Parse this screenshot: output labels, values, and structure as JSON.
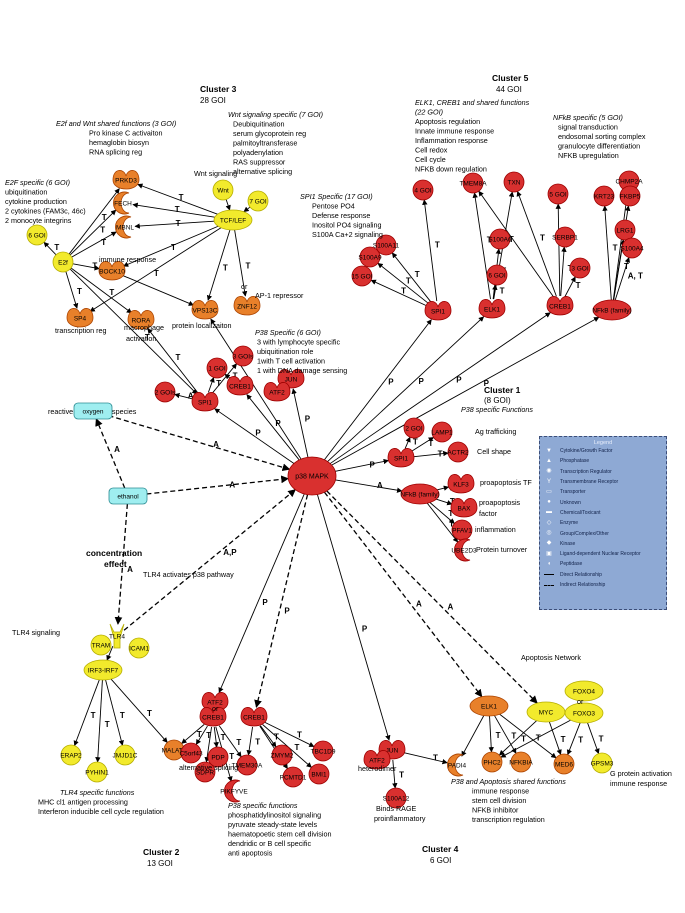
{
  "clusters": {
    "c3": {
      "title": "Cluster 3",
      "count": "28 GOI"
    },
    "c5": {
      "title": "Cluster 5",
      "count": "44 GOI"
    },
    "c1": {
      "title": "Cluster 1",
      "count": "(8 GOI)",
      "subtitle": "P38 specific Functions"
    },
    "c2": {
      "title": "Cluster 2",
      "count": "13 GOI"
    },
    "c4": {
      "title": "Cluster 4",
      "count": "6 GOI"
    }
  },
  "annotations": {
    "e2f_wnt": {
      "header": "E2f and Wnt shared functions (3 GOI)",
      "lines": [
        "Pro kinase C activaiton",
        "hemaglobin biosyn",
        "RNA splicing reg"
      ]
    },
    "wnt": {
      "header": "Wnt signaling specific (7 GOI)",
      "lines": [
        "Deubiquitination",
        "serum glycoprotein reg",
        "palmitoyltransferase",
        "polyadenylation",
        "RAS suppressor",
        "alternative splicing"
      ]
    },
    "elk1": {
      "header": "ELK1, CREB1 and shared functions",
      "header2": "(22 GOI)",
      "lines": [
        "Apoptosis regulation",
        "Innate immune response",
        "Inflammation response",
        "Cell redox",
        "Cell cycle",
        "NFKB down regulation"
      ]
    },
    "nfkb": {
      "header": "NFkB specific (5 GOI)",
      "lines": [
        "signal transduction",
        "endosomal sorting complex",
        "granulocyte differentiation",
        "NFKB upregulation"
      ]
    },
    "e2f": {
      "header": "E2F specific (6 GOI)",
      "lines": [
        "ubiquitination",
        "cytokine production",
        "2 cytokines (FAM3c, 46c)",
        "2 monocyte integrins"
      ]
    },
    "spi1": {
      "header": "SPI1 Specific (17 GOI)",
      "lines": [
        "Pentose PO4",
        "Defense response",
        "Inositol PO4 signaling",
        "S100A Ca+2 signaling"
      ]
    },
    "p38": {
      "header": "P38 Specific (6 GOI)",
      "lines": [
        "3 with lymphocyte specific",
        "ubiquitination role",
        "1with T cell activation",
        "1 with DNA damage sensing"
      ]
    },
    "tlr4": {
      "header": "TLR4 specific functions",
      "lines": [
        "MHC cl1 antigen processing",
        "Interferon inducible cell cycle regulation"
      ]
    },
    "p38_c2": {
      "header": "P38 specific functions",
      "lines": [
        "phosphatidylinositol signaling",
        "pyruvate steady-state levels",
        "haematopoetic stem cell division",
        "dendridic or B cell specific",
        "anti apoptosis"
      ]
    },
    "apop": {
      "header": "P38 and Apoptosis shared functions",
      "lines": [
        "immune response",
        "stem cell division",
        "NFKB inhibitor",
        "transcription regulation"
      ]
    }
  },
  "labels": {
    "wnt_signaling": "Wnt signaling",
    "immune_response": "immune response",
    "transcription_reg": "transcription reg",
    "macrophage": "macrophage",
    "activation": "activation",
    "protein_localization": "protein localizaiton",
    "ap1_repressor": "AP-1 repressor",
    "ag_trafficking": "Ag trafficking",
    "cell_shape": "Cell shape",
    "proapoptosis_tf": "proapoptosis TF",
    "proapoptosis": "proapoptosis",
    "factor": "factor",
    "inflammation": "inflammation",
    "protein_turnover": "Protein turnover",
    "concentration": "concentration",
    "effect": "effect",
    "tlr4_activates": "TLR4 activates p38 pathway",
    "tlr4_signaling": "TLR4 signaling",
    "alternative_splicing": "alternative splicing",
    "heterodimer": "heterodimer",
    "binds_rage": "Binds RAGE",
    "proinflammatory": "proinflammatory",
    "apoptosis_network": "Apoptosis Network",
    "gpsm3_func1": "G protein activation",
    "gpsm3_func2": "immune response",
    "or_atf2": "or",
    "or_foxo": "or",
    "or_znf": "or",
    "reactive_oxygen": "reactive",
    "oxygen": "oxygen",
    "species": "species"
  },
  "nodes": [
    {
      "id": "prkd3",
      "label": "PRKD3",
      "color": "#e8802a",
      "shape": "blob"
    },
    {
      "id": "fech",
      "label": "FECH",
      "color": "#e8802a",
      "shape": "crescent"
    },
    {
      "id": "mbnl",
      "label": "MBNL",
      "color": "#e8802a",
      "shape": "crescent"
    },
    {
      "id": "wnt",
      "label": "Wnt",
      "color": "#f2ea2c",
      "shape": "circle"
    },
    {
      "id": "goi7",
      "label": "7 GOI",
      "color": "#f2ea2c",
      "shape": "circle"
    },
    {
      "id": "tcf",
      "label": "TCF/LEF",
      "color": "#f2ea2c",
      "shape": "ellipse"
    },
    {
      "id": "e2f",
      "label": "E2f",
      "color": "#f2ea2c",
      "shape": "circle"
    },
    {
      "id": "goi6a",
      "label": "6 GOI",
      "color": "#f2ea2c",
      "shape": "circle"
    },
    {
      "id": "bock10",
      "label": "BOCK10",
      "color": "#e8802a",
      "shape": "blob"
    },
    {
      "id": "sp4",
      "label": "SP4",
      "color": "#e8802a",
      "shape": "blob"
    },
    {
      "id": "rora",
      "label": "RORA",
      "color": "#e8802a",
      "shape": "blob"
    },
    {
      "id": "vps13c",
      "label": "VPS13C",
      "color": "#e8802a",
      "shape": "blob"
    },
    {
      "id": "znf12",
      "label": "ZNF12",
      "color": "#e8802a",
      "shape": "blob"
    },
    {
      "id": "goi3s",
      "label": "3 GOIs",
      "color": "#d9302f",
      "shape": "circle"
    },
    {
      "id": "goi1",
      "label": "1 GOI",
      "color": "#d9302f",
      "shape": "circle"
    },
    {
      "id": "goi2s",
      "label": "2 GOIs",
      "color": "#d9302f",
      "shape": "circle"
    },
    {
      "id": "creb1a",
      "label": "CREB1",
      "color": "#d9302f",
      "shape": "blob"
    },
    {
      "id": "jun1",
      "label": "JUN",
      "color": "#d9302f",
      "shape": "blob"
    },
    {
      "id": "atf2a",
      "label": "ATF2",
      "color": "#d9302f",
      "shape": "blob"
    },
    {
      "id": "spi1a",
      "label": "SPI1",
      "color": "#d9302f",
      "shape": "blob"
    },
    {
      "id": "p38",
      "label": "p38 MAPK",
      "color": "#d9302f",
      "shape": "bigcircle"
    },
    {
      "id": "goi4",
      "label": "4 GOI",
      "color": "#d9302f",
      "shape": "circle"
    },
    {
      "id": "tmem8a",
      "label": "TMEM8A",
      "color": "#d9302f",
      "shape": "circle"
    },
    {
      "id": "txn",
      "label": "TXN",
      "color": "#d9302f",
      "shape": "circle"
    },
    {
      "id": "goi5",
      "label": "5 GOI",
      "color": "#d9302f",
      "shape": "circle"
    },
    {
      "id": "chmp2a",
      "label": "CHMP2A",
      "color": "#d9302f",
      "shape": "circle"
    },
    {
      "id": "krt23",
      "label": "KRT23",
      "color": "#d9302f",
      "shape": "circle"
    },
    {
      "id": "fkbp5",
      "label": "FKBP5",
      "color": "#d9302f",
      "shape": "circle"
    },
    {
      "id": "lrg1",
      "label": "LRG1",
      "color": "#d9302f",
      "shape": "circle"
    },
    {
      "id": "s100a4",
      "label": "S100A4",
      "color": "#d9302f",
      "shape": "circle"
    },
    {
      "id": "s100a11",
      "label": "S100A11",
      "color": "#d9302f",
      "shape": "circle"
    },
    {
      "id": "s100a9",
      "label": "S100A9",
      "color": "#d9302f",
      "shape": "circle"
    },
    {
      "id": "goi15",
      "label": "15 GOI",
      "color": "#d9302f",
      "shape": "circle"
    },
    {
      "id": "s100a6",
      "label": "S100A6",
      "color": "#d9302f",
      "shape": "circle"
    },
    {
      "id": "serbp1",
      "label": "SERBP1",
      "color": "#d9302f",
      "shape": "circle"
    },
    {
      "id": "goi6b",
      "label": "6 GOI",
      "color": "#d9302f",
      "shape": "circle"
    },
    {
      "id": "goi3b",
      "label": "3 GOI",
      "color": "#d9302f",
      "shape": "circle"
    },
    {
      "id": "spi1b",
      "label": "SPI1",
      "color": "#d9302f",
      "shape": "blob"
    },
    {
      "id": "elk1a",
      "label": "ELK1",
      "color": "#d9302f",
      "shape": "blob"
    },
    {
      "id": "creb1b",
      "label": "CREB1",
      "color": "#d9302f",
      "shape": "blob"
    },
    {
      "id": "nfkba",
      "label": "NFkB (family)",
      "color": "#d9302f",
      "shape": "ellipse"
    },
    {
      "id": "goi2",
      "label": "2 GOI",
      "color": "#d9302f",
      "shape": "circle"
    },
    {
      "id": "lamp1",
      "label": "LAMP1",
      "color": "#d9302f",
      "shape": "circle"
    },
    {
      "id": "spi1c",
      "label": "SPI1",
      "color": "#d9302f",
      "shape": "blob"
    },
    {
      "id": "actr2",
      "label": "ACTR2",
      "color": "#d9302f",
      "shape": "circle"
    },
    {
      "id": "nfkbb",
      "label": "NFkB (family)",
      "color": "#d9302f",
      "shape": "ellipse"
    },
    {
      "id": "klf3",
      "label": "KLF3",
      "color": "#d9302f",
      "shape": "blob"
    },
    {
      "id": "bax",
      "label": "BAX",
      "color": "#d9302f",
      "shape": "blob"
    },
    {
      "id": "pfav1",
      "label": "PFAV1",
      "color": "#d9302f",
      "shape": "circle"
    },
    {
      "id": "ube2d3",
      "label": "UBE2D3",
      "color": "#d9302f",
      "shape": "crescent"
    },
    {
      "id": "ethanol",
      "label": "ethanol",
      "color": "#9feef0",
      "shape": "rect"
    },
    {
      "id": "ros",
      "label": "oxygen",
      "color": "#9feef0",
      "shape": "rect"
    },
    {
      "id": "tlr4",
      "label": "TLR4",
      "color": "#f2ea2c",
      "shape": "receptor"
    },
    {
      "id": "tram",
      "label": "TRAM",
      "color": "#f2ea2c",
      "shape": "circle"
    },
    {
      "id": "icam1",
      "label": "ICAM1",
      "color": "#f2ea2c",
      "shape": "circle"
    },
    {
      "id": "irf3",
      "label": "IRF3-IRF7",
      "color": "#f2ea2c",
      "shape": "ellipse"
    },
    {
      "id": "erap2",
      "label": "ERAP2",
      "color": "#f2ea2c",
      "shape": "circle"
    },
    {
      "id": "pyhin1",
      "label": "PYHIN1",
      "color": "#f2ea2c",
      "shape": "circle"
    },
    {
      "id": "jmjd1c",
      "label": "JMJD1C",
      "color": "#f2ea2c",
      "shape": "circle"
    },
    {
      "id": "malat1",
      "label": "MALAT1",
      "color": "#e8802a",
      "shape": "circle"
    },
    {
      "id": "atf2b",
      "label": "ATF2",
      "color": "#d9302f",
      "shape": "blob"
    },
    {
      "id": "creb1c",
      "label": "CREB1",
      "color": "#d9302f",
      "shape": "blob"
    },
    {
      "id": "creb1d",
      "label": "CREB1",
      "color": "#d9302f",
      "shape": "blob"
    },
    {
      "id": "c5orf43",
      "label": "C5orf43",
      "color": "#d9302f",
      "shape": "circle"
    },
    {
      "id": "sdpr",
      "label": "SDPR",
      "color": "#d9302f",
      "shape": "circle"
    },
    {
      "id": "pdp",
      "label": "PDP",
      "color": "#d9302f",
      "shape": "circle"
    },
    {
      "id": "pikfyve",
      "label": "PIKFYVE",
      "color": "#d9302f",
      "shape": "crescent"
    },
    {
      "id": "tmem30a",
      "label": "TMEM30A",
      "color": "#d9302f",
      "shape": "circle"
    },
    {
      "id": "zmym2",
      "label": "ZMYM2",
      "color": "#d9302f",
      "shape": "circle"
    },
    {
      "id": "pcmtd1",
      "label": "PCMTD1",
      "color": "#d9302f",
      "shape": "circle"
    },
    {
      "id": "tbc1d9",
      "label": "TBC1D9",
      "color": "#d9302f",
      "shape": "circle"
    },
    {
      "id": "bmi1",
      "label": "BMI1",
      "color": "#d9302f",
      "shape": "circle"
    },
    {
      "id": "jun2",
      "label": "JUN",
      "color": "#d9302f",
      "shape": "blob"
    },
    {
      "id": "atf2c",
      "label": "ATF2",
      "color": "#d9302f",
      "shape": "blob"
    },
    {
      "id": "s100a12",
      "label": "S100A12",
      "color": "#d9302f",
      "shape": "circle"
    },
    {
      "id": "elk1b",
      "label": "ELK1",
      "color": "#e8802a",
      "shape": "ellipse"
    },
    {
      "id": "myc",
      "label": "MYC",
      "color": "#f2ea2c",
      "shape": "ellipse"
    },
    {
      "id": "foxo4",
      "label": "FOXO4",
      "color": "#f2ea2c",
      "shape": "ellipse"
    },
    {
      "id": "foxo3",
      "label": "FOXO3",
      "color": "#f2ea2c",
      "shape": "ellipse"
    },
    {
      "id": "padi4",
      "label": "PADI4",
      "color": "#e8802a",
      "shape": "crescent"
    },
    {
      "id": "phc2",
      "label": "PHC2",
      "color": "#e8802a",
      "shape": "circle"
    },
    {
      "id": "nfkbia",
      "label": "NFKBIA",
      "color": "#e8802a",
      "shape": "circle"
    },
    {
      "id": "med6",
      "label": "MED6",
      "color": "#e8802a",
      "shape": "circle"
    },
    {
      "id": "gpsm3",
      "label": "GPSM3",
      "color": "#f2ea2c",
      "shape": "circle"
    }
  ],
  "edge_labels": [
    "T",
    "A",
    "P",
    "A,P",
    "A, T"
  ],
  "legend": {
    "title": "Legend",
    "items": [
      {
        "icon": "cytokine-icon",
        "label": "Cytokine/Growth Factor"
      },
      {
        "icon": "phosphatase-icon",
        "label": "Phosphatase"
      },
      {
        "icon": "transcription-regulator-icon",
        "label": "Transcription Regulator"
      },
      {
        "icon": "transmembrane-receptor-icon",
        "label": "Transmembrane Receptor"
      },
      {
        "icon": "transporter-icon",
        "label": "Transporter"
      },
      {
        "icon": "unknown-icon",
        "label": "Unknown"
      },
      {
        "icon": "chemical-icon",
        "label": "Chemical/Toxicant"
      },
      {
        "icon": "enzyme-icon",
        "label": "Enzyme"
      },
      {
        "icon": "group-icon",
        "label": "Group/Complex/Other"
      },
      {
        "icon": "kinase-icon",
        "label": "Kinase"
      },
      {
        "icon": "nuclear-receptor-icon",
        "label": "Ligand-dependent Nuclear Receptor"
      },
      {
        "icon": "peptidase-icon",
        "label": "Peptidase"
      }
    ],
    "direct": "Direct Relationship",
    "indirect": "Indirect Relationship"
  }
}
